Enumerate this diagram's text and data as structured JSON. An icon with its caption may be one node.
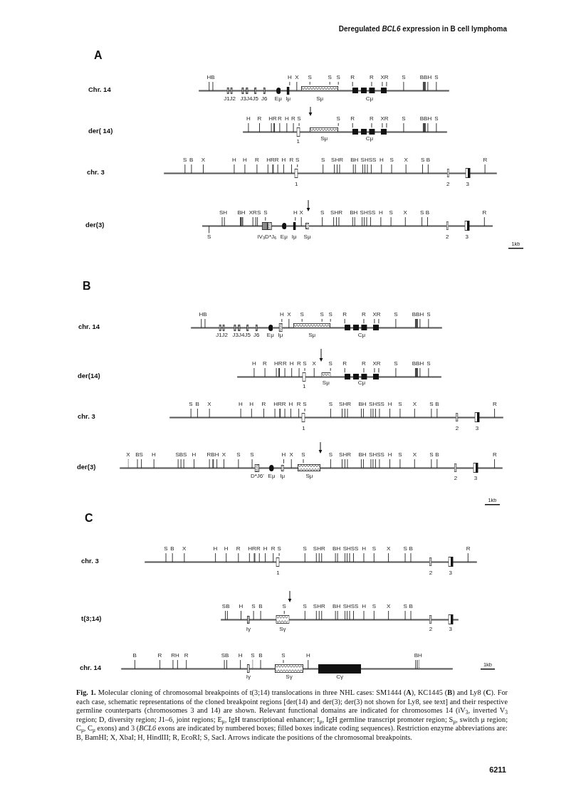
{
  "diagram": {
    "caption": "**Fig. 1.** Molecular cloning of chromosomal breakpoints of t(3;14) translocations in three NHL cases: SM1444 (**A**), KC1445 (**B**) and Ly8 (**C**). For each case, schematic representations of the cloned breakpoint regions [der(14) and der(3); der(3) not shown for Ly8, see text] and their respective germline counterparts (chromosomes 3 and 14) are shown. Relevant functional domains are indicated for chromosomes 14 (iV$_{3}$, inverted V$_{3}$ region; D, diversity region; J1–6, joint regions; E$_{μ}$, IgH transcriptional enhancer; I$_{μ}$, IgH germline transcript promoter region; S$_{μ}$, switch μ region; C$_{μ}$, C$_{μ}$ exons) and 3 (*BCL6* exons are indicated by numbered boxes; filled boxes indicate coding sequences). Restriction enzyme abbreviations are: B, BamHI; X, XbaI; H, HindIII; R, EcoRI; S, SacI. Arrows indicate the positions of the chromosomal breakpoints.",
    "nodes": [
      {
        "text": [
          "J1J2"
        ]
      },
      {
        "text": [
          "J3J4J5"
        ]
      },
      {
        "text": [
          "J6"
        ]
      },
      {
        "text": [
          "Eμ"
        ]
      },
      {
        "text": [
          "Iμ"
        ]
      },
      {
        "text": [
          "Sμ"
        ]
      },
      {
        "text": [
          "Cμ"
        ]
      },
      {
        "text": [
          "1"
        ]
      },
      {
        "text": [
          "Sμ"
        ]
      },
      {
        "text": [
          "Cμ"
        ]
      },
      {
        "text": [
          "1"
        ]
      },
      {
        "text": [
          "2"
        ]
      },
      {
        "text": [
          "3"
        ]
      },
      {
        "text": [
          "iV$_{3}$D*J$_{6}$"
        ]
      },
      {
        "text": [
          "Eμ"
        ]
      },
      {
        "text": [
          "Iμ"
        ]
      },
      {
        "text": [
          "Sμ"
        ]
      },
      {
        "text": [
          "2"
        ]
      },
      {
        "text": [
          "3"
        ]
      },
      {
        "text": [
          "J1J2"
        ]
      },
      {
        "text": [
          "J3J4J5"
        ]
      },
      {
        "text": [
          "J6"
        ]
      },
      {
        "text": [
          "Eμ"
        ]
      },
      {
        "text": [
          "Iμ"
        ]
      },
      {
        "text": [
          "Sμ"
        ]
      },
      {
        "text": [
          "Cμ"
        ]
      },
      {
        "text": [
          "1"
        ]
      },
      {
        "text": [
          "Sμ"
        ]
      },
      {
        "text": [
          "Cμ"
        ]
      },
      {
        "text": [
          "1"
        ]
      },
      {
        "text": [
          "2"
        ]
      },
      {
        "text": [
          "3"
        ]
      },
      {
        "text": [
          "D*J6'"
        ]
      },
      {
        "text": [
          "Eμ"
        ]
      },
      {
        "text": [
          "Iμ"
        ]
      },
      {
        "text": [
          "Sμ"
        ]
      },
      {
        "text": [
          "2"
        ]
      },
      {
        "text": [
          "3"
        ]
      },
      {
        "text": [
          "1"
        ]
      },
      {
        "text": [
          "2"
        ]
      },
      {
        "text": [
          "3"
        ]
      },
      {
        "text": [
          "Iγ"
        ]
      },
      {
        "text": [
          "Sγ"
        ]
      },
      {
        "text": [
          "2"
        ]
      },
      {
        "text": [
          "3"
        ]
      },
      {
        "text": [
          "Iγ"
        ]
      },
      {
        "text": [
          "Sγ"
        ]
      },
      {
        "text": [
          "Cγ"
        ]
      }
    ],
    "labels": [
      "Deregulated *BCL6* expression in B cell lymphoma",
      "A",
      "Chr. 14",
      "HB",
      "H",
      "X",
      "S",
      "S",
      "S",
      "R",
      "R",
      "XR",
      "S",
      "BBH",
      "S",
      "der( 14)",
      "H",
      "R",
      "HR",
      "R",
      "H",
      "R",
      "S",
      "S",
      "R",
      "R",
      "XR",
      "S",
      "BBH",
      "S",
      "chr. 3",
      "S",
      "B",
      "X",
      "H",
      "H",
      "R",
      "HRR",
      "H",
      "R",
      "S",
      "S",
      "SHR",
      "BH",
      "SHSS",
      "H",
      "S",
      "X",
      "S",
      "B",
      "R",
      "der(3)",
      "SH",
      "BH",
      "XRS",
      "S",
      "H",
      "X",
      "S",
      "SHR",
      "BH",
      "SHSS",
      "H",
      "S",
      "X",
      "S",
      "B",
      "R",
      "S",
      "1kb",
      "B",
      "chr. 14",
      "HB",
      "H",
      "X",
      "S",
      "S",
      "S",
      "R",
      "R",
      "XR",
      "S",
      "BBH",
      "S",
      "der(14)",
      "H",
      "R",
      "HR",
      "R",
      "H",
      "R",
      "S",
      "X",
      "S",
      "R",
      "R",
      "XR",
      "S",
      "BBH",
      "S",
      "chr. 3",
      "S",
      "B",
      "X",
      "H",
      "H",
      "R",
      "HRR",
      "H",
      "R",
      "S",
      "S",
      "SHR",
      "BH",
      "SHSS",
      "H",
      "S",
      "X",
      "S",
      "B",
      "R",
      "der(3)",
      "X",
      "BS",
      "H",
      "SBS",
      "H",
      "RBH",
      "X",
      "S",
      "S",
      "H",
      "X",
      "S",
      "S",
      "SHR",
      "BH",
      "SHSS",
      "H",
      "S",
      "X",
      "S",
      "B",
      "R",
      "1kb",
      "C",
      "chr. 3",
      "S",
      "B",
      "X",
      "H",
      "H",
      "R",
      "HRR",
      "H",
      "R",
      "S",
      "S",
      "SHR",
      "BH",
      "SHSS",
      "H",
      "S",
      "X",
      "S",
      "B",
      "R",
      "t(3;14)",
      "SB",
      "H",
      "S",
      "B",
      "S",
      "S",
      "SHR",
      "BH",
      "SHSS",
      "H",
      "S",
      "X",
      "S",
      "B",
      "chr. 14",
      "B",
      "R",
      "RH",
      "R",
      "SB",
      "H",
      "S",
      "B",
      "S",
      "H",
      "BH",
      "1kb",
      "6211"
    ]
  }
}
